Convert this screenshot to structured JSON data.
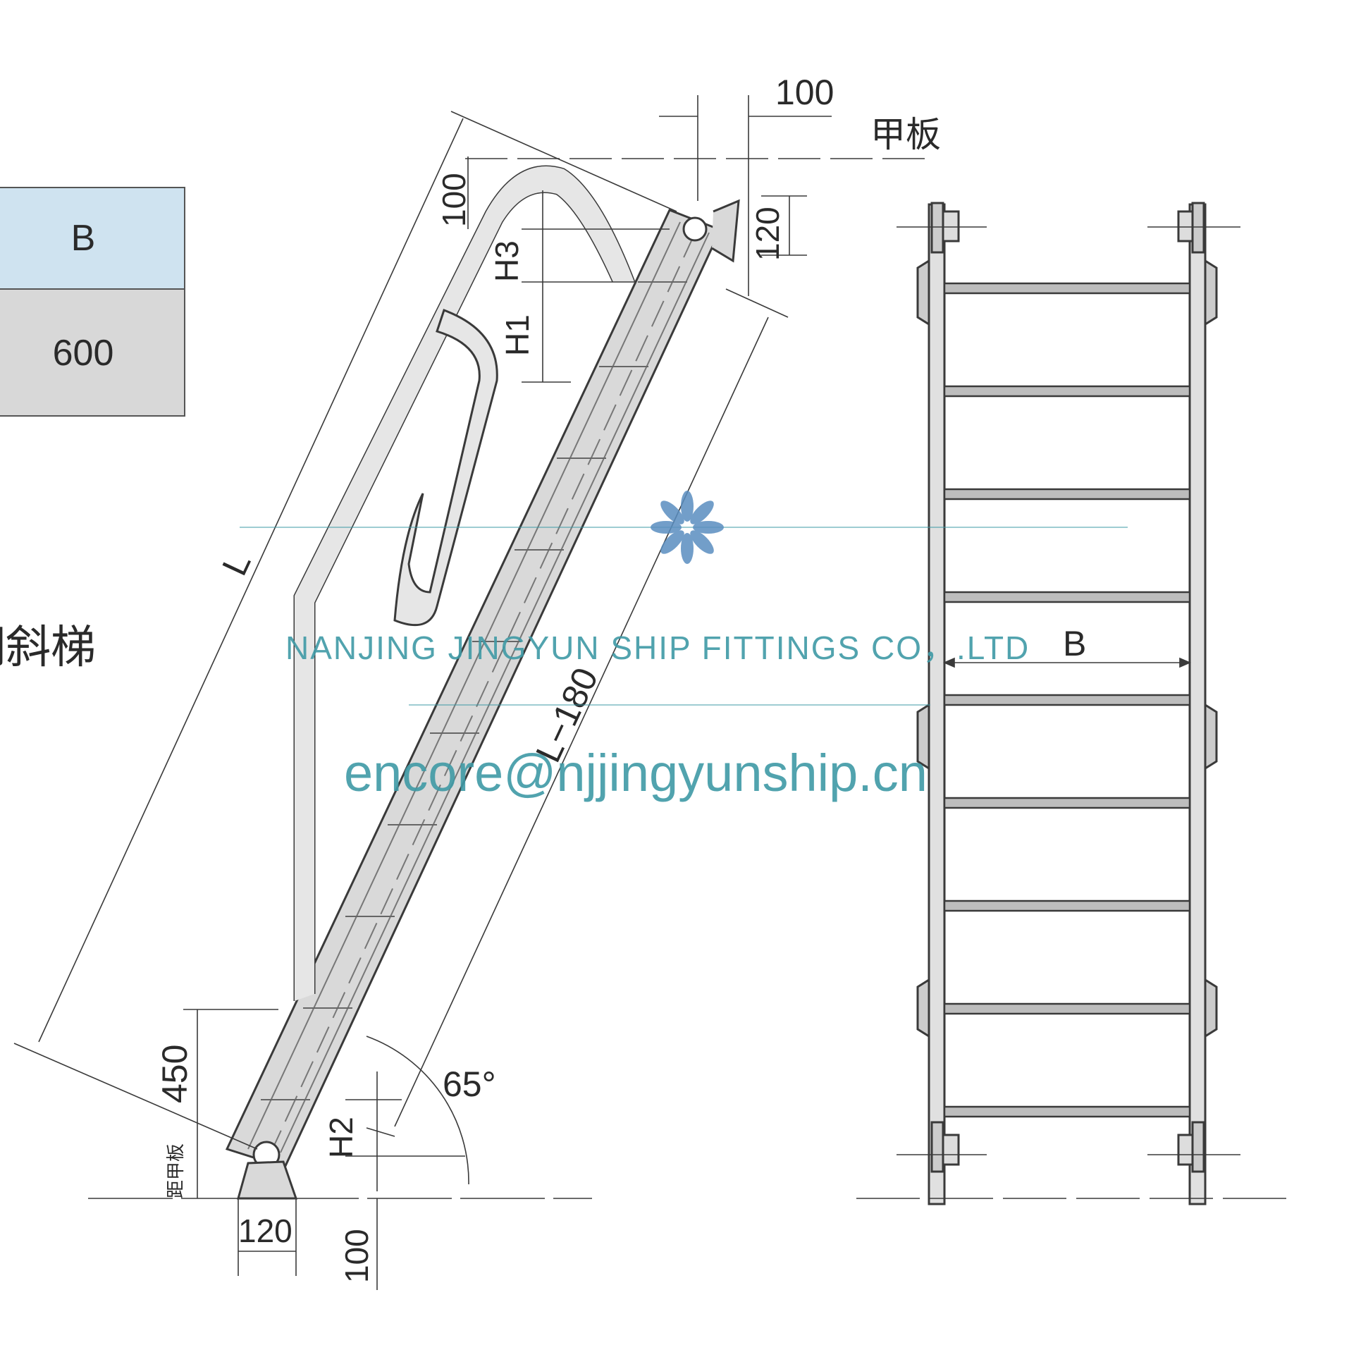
{
  "table": {
    "header": "B",
    "value": "600",
    "header_color": "#cfe3f0",
    "body_color": "#d8d8d8"
  },
  "side_label": "钢斜梯",
  "deck_label": "甲板",
  "deck_distance_label": "距甲板",
  "dimensions": {
    "top_offset": "100",
    "top_hook": "100",
    "pivot_drop": "120",
    "length": "L",
    "length_minus": "L−180",
    "h1": "H1",
    "h2": "H2",
    "h3": "H3",
    "base_height": "450",
    "base_width": "120",
    "base_depth": "100",
    "angle": "65°",
    "width": "B"
  },
  "watermark": {
    "company": "NANJING JINGYUN SHIP FITTINGS CO，.LTD",
    "email": "encore@njjingyunship.cn",
    "color": "#3f9aa6",
    "logo": "flower-logo-icon"
  },
  "colors": {
    "line": "#3a3a3a",
    "steel_fill": "#d9d9d9",
    "rail_fill": "#e6e6e6"
  }
}
